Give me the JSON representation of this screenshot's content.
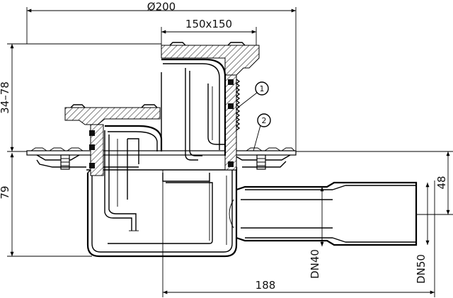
{
  "dimensions": {
    "diameter_total": "Ø200",
    "grate_size": "150x150",
    "height_adjust": "34–78",
    "height_body": "79",
    "outlet_length": "188",
    "outlet_height": "48",
    "outlet_dn_inner": "DN40",
    "outlet_dn_outer": "DN50"
  },
  "callouts": {
    "c1": "1",
    "c2": "2"
  }
}
